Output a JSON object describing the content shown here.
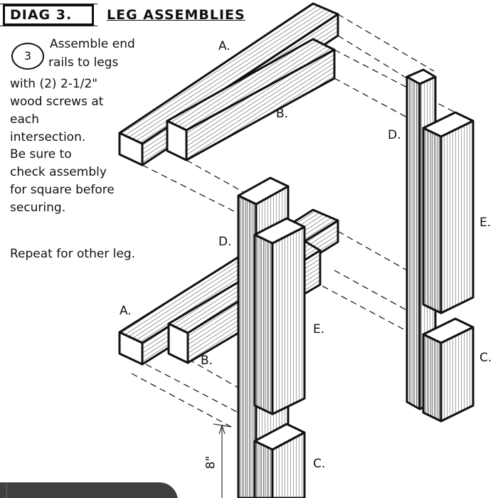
{
  "header": {
    "diagram_label": "DIAG 3.",
    "title": "LEG ASSEMBLIES"
  },
  "step": {
    "number": "3",
    "lines": [
      "Assemble end",
      "rails to legs",
      "with (2) 2-1/2\"",
      "wood screws at",
      "each",
      "intersection.",
      "Be sure to",
      "check assembly",
      "for square before",
      "securing."
    ],
    "repeat_note": "Repeat for other leg."
  },
  "labels": {
    "top_rail_a": "A.",
    "top_rail_b": "B.",
    "right_leg_d": "D.",
    "right_board_e": "E.",
    "right_board_c": "C.",
    "left_rail_a": "A.",
    "left_rail_b": "B.",
    "left_leg_d": "D.",
    "left_board_e": "E.",
    "left_board_c": "C."
  },
  "dimension": {
    "value": "8\""
  },
  "colors": {
    "ink": "#111111",
    "bar": "#404040"
  }
}
